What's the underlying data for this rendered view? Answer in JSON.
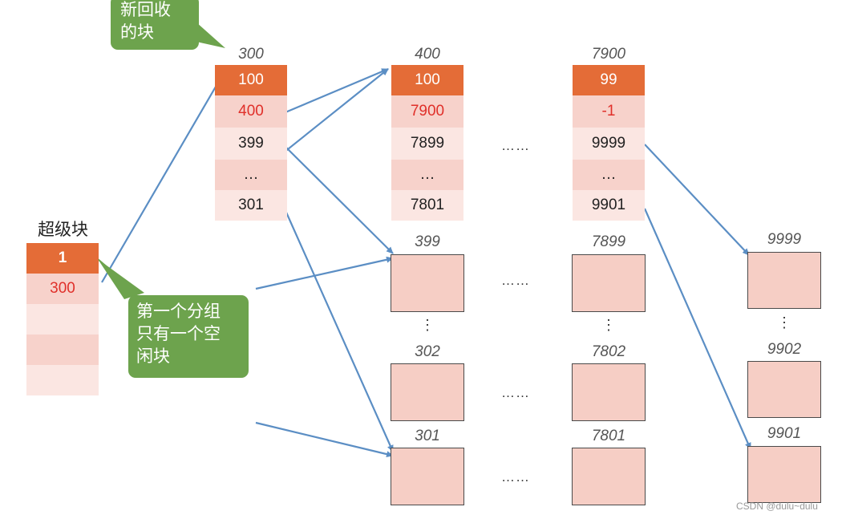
{
  "super_block": {
    "title": "超级块",
    "cells": [
      "1",
      "300",
      "",
      "",
      ""
    ]
  },
  "callouts": {
    "new_recycled": "新回收\n的块",
    "first_group": "第一个分组\n只有一个空\n闲块"
  },
  "groups": [
    {
      "label": "300",
      "cells": [
        "100",
        "400",
        "399",
        "…",
        "301"
      ]
    },
    {
      "label": "400",
      "cells": [
        "100",
        "7900",
        "7899",
        "…",
        "7801"
      ]
    },
    {
      "label": "7900",
      "cells": [
        "99",
        "-1",
        "9999",
        "…",
        "9901"
      ]
    }
  ],
  "free_blocks": [
    {
      "label": "399"
    },
    {
      "label": "302"
    },
    {
      "label": "301"
    },
    {
      "label": "7899"
    },
    {
      "label": "7802"
    },
    {
      "label": "7801"
    },
    {
      "label": "9999"
    },
    {
      "label": "9902"
    },
    {
      "label": "9901"
    }
  ],
  "ellipsis": "……",
  "vertical_ellipsis": "⋮",
  "watermark": "CSDN @dulu~dulu",
  "colors": {
    "dark_cell": "#e46c37",
    "mid_cell": "#f7d2cb",
    "light_cell": "#fbe6e2",
    "free_block": "#f6cec5",
    "callout": "#6da34d",
    "arrow": "#5b8ec4",
    "red_text": "#e0302a"
  }
}
